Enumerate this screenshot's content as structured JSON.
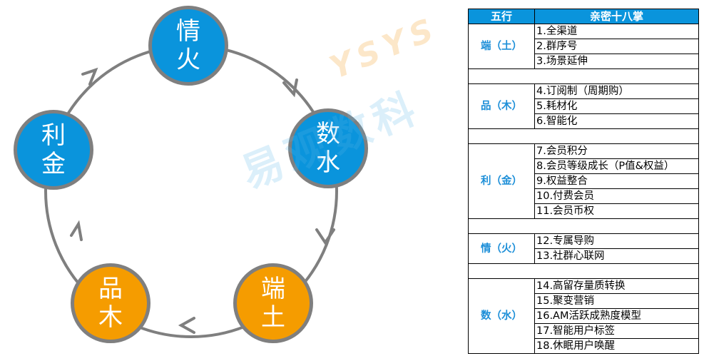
{
  "diagram": {
    "nodes": [
      {
        "top": "情",
        "bottom": "火",
        "color": "#0a94dc"
      },
      {
        "top": "数",
        "bottom": "水",
        "color": "#0a94dc"
      },
      {
        "top": "端",
        "bottom": "土",
        "color": "#f59c00"
      },
      {
        "top": "品",
        "bottom": "木",
        "color": "#f59c00"
      },
      {
        "top": "利",
        "bottom": "金",
        "color": "#0a94dc"
      }
    ],
    "ring_color": "#7f7f7f"
  },
  "watermark": {
    "text": "易观数科",
    "logo": "YSYS"
  },
  "table": {
    "headers": [
      "五行",
      "亲密十八掌"
    ],
    "groups": [
      {
        "category": "端（土）",
        "items": [
          "1.全渠道",
          "2.群序号",
          "3.场景延伸"
        ]
      },
      {
        "category": "品（木）",
        "items": [
          "4.订阅制（周期购）",
          "5.耗材化",
          "6.智能化"
        ]
      },
      {
        "category": "利（金）",
        "items": [
          "7.会员积分",
          "8.会员等级成长（P值&权益）",
          "9.权益整合",
          "10.付费会员",
          "11.会员币权"
        ]
      },
      {
        "category": "情（火）",
        "items": [
          "12.专属导购",
          "13.社群心联网"
        ]
      },
      {
        "category": "数（水）",
        "items": [
          "14.高留存量质转换",
          "15.聚变营销",
          "16.AM活跃成熟度模型",
          "17.智能用户标签",
          "18.休眠用户唤醒"
        ]
      }
    ]
  }
}
